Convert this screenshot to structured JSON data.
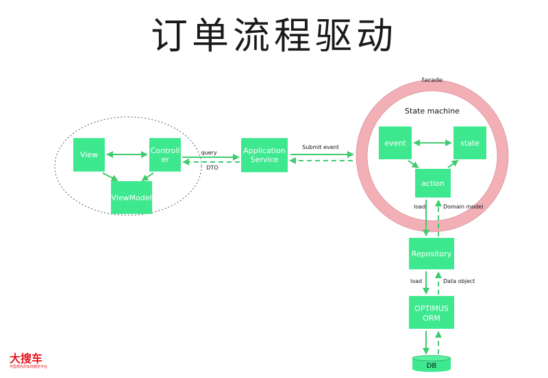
{
  "title": "订单流程驱动",
  "nodes": {
    "view": "View",
    "controller_l1": "Controll",
    "controller_l2": "er",
    "viewmodel": "ViewModel",
    "app_service_l1": "Application",
    "app_service_l2": "Service",
    "state_machine": "State machine",
    "event": "event",
    "state": "state",
    "action": "action",
    "repository": "Repository",
    "orm_l1": "OPTIMUS",
    "orm_l2": "ORM",
    "db": "DB",
    "facade": "facade"
  },
  "edges": {
    "query": "query",
    "dto": "DTO",
    "submit_event": "Submit event",
    "load_1": "load",
    "domain_model": "Domain model",
    "load_2": "load",
    "data_object": "Data object"
  },
  "logo": {
    "main": "大搜车",
    "sub": "中国领先的车商服务平台"
  },
  "colors": {
    "box": "#3ee88f",
    "arrow": "#3ecc6e",
    "facade_ring": "#f2b0b6",
    "logo": "#e8141d"
  }
}
